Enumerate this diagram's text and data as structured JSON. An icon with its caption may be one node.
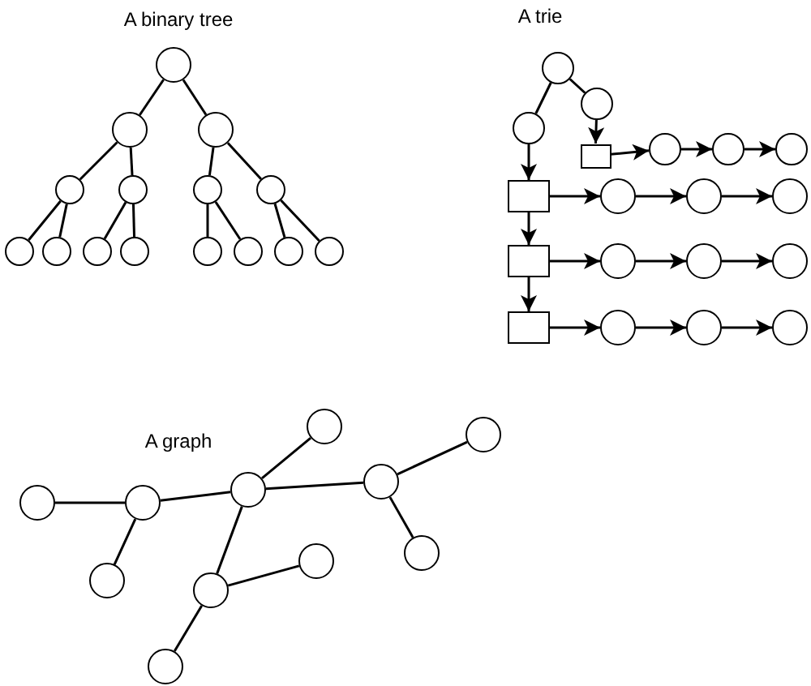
{
  "diagram": {
    "nodes": [
      {
        "text": [],
        "shape": "circle"
      },
      {
        "text": [],
        "shape": "circle"
      },
      {
        "text": [],
        "shape": "circle"
      },
      {
        "text": [],
        "shape": "circle"
      },
      {
        "text": [],
        "shape": "circle"
      },
      {
        "text": [],
        "shape": "circle"
      },
      {
        "text": [],
        "shape": "circle"
      },
      {
        "text": [],
        "shape": "circle"
      },
      {
        "text": [],
        "shape": "circle"
      },
      {
        "text": [],
        "shape": "circle"
      },
      {
        "text": [],
        "shape": "circle"
      },
      {
        "text": [],
        "shape": "circle"
      },
      {
        "text": [],
        "shape": "circle"
      },
      {
        "text": [],
        "shape": "circle"
      },
      {
        "text": [],
        "shape": "circle"
      },
      {
        "text": [],
        "shape": "circle"
      },
      {
        "text": [],
        "shape": "circle"
      },
      {
        "text": [],
        "shape": "circle"
      },
      {
        "text": [],
        "shape": "box"
      },
      {
        "text": [],
        "shape": "circle"
      },
      {
        "text": [],
        "shape": "circle"
      },
      {
        "text": [],
        "shape": "circle"
      },
      {
        "text": [],
        "shape": "box"
      },
      {
        "text": [],
        "shape": "circle"
      },
      {
        "text": [],
        "shape": "circle"
      },
      {
        "text": [],
        "shape": "circle"
      },
      {
        "text": [],
        "shape": "box"
      },
      {
        "text": [],
        "shape": "circle"
      },
      {
        "text": [],
        "shape": "circle"
      },
      {
        "text": [],
        "shape": "circle"
      },
      {
        "text": [],
        "shape": "box"
      },
      {
        "text": [],
        "shape": "circle"
      },
      {
        "text": [],
        "shape": "circle"
      },
      {
        "text": [],
        "shape": "circle"
      },
      {
        "text": [],
        "shape": "circle"
      },
      {
        "text": [],
        "shape": "circle"
      },
      {
        "text": [],
        "shape": "circle"
      },
      {
        "text": [],
        "shape": "circle"
      },
      {
        "text": [],
        "shape": "circle"
      },
      {
        "text": [],
        "shape": "circle"
      },
      {
        "text": [],
        "shape": "circle"
      },
      {
        "text": [],
        "shape": "circle"
      },
      {
        "text": [],
        "shape": "circle"
      },
      {
        "text": [],
        "shape": "circle"
      },
      {
        "text": [],
        "shape": "circle"
      }
    ],
    "edges": [
      {
        "from": 0,
        "to": 1,
        "arrow": "none"
      },
      {
        "from": 0,
        "to": 2,
        "arrow": "none"
      },
      {
        "from": 1,
        "to": 3,
        "arrow": "none"
      },
      {
        "from": 1,
        "to": 4,
        "arrow": "none"
      },
      {
        "from": 2,
        "to": 5,
        "arrow": "none"
      },
      {
        "from": 2,
        "to": 6,
        "arrow": "none"
      },
      {
        "from": 3,
        "to": 7,
        "arrow": "none"
      },
      {
        "from": 3,
        "to": 8,
        "arrow": "none"
      },
      {
        "from": 4,
        "to": 9,
        "arrow": "none"
      },
      {
        "from": 4,
        "to": 10,
        "arrow": "none"
      },
      {
        "from": 5,
        "to": 11,
        "arrow": "none"
      },
      {
        "from": 5,
        "to": 12,
        "arrow": "none"
      },
      {
        "from": 6,
        "to": 13,
        "arrow": "none"
      },
      {
        "from": 6,
        "to": 14,
        "arrow": "none"
      },
      {
        "from": 15,
        "to": 16,
        "arrow": "none"
      },
      {
        "from": 15,
        "to": 17,
        "arrow": "none"
      },
      {
        "from": 17,
        "to": 18,
        "arrow": "to"
      },
      {
        "from": 18,
        "to": 19,
        "arrow": "to"
      },
      {
        "from": 19,
        "to": 20,
        "arrow": "to"
      },
      {
        "from": 20,
        "to": 21,
        "arrow": "to"
      },
      {
        "from": 16,
        "to": 22,
        "arrow": "to"
      },
      {
        "from": 22,
        "to": 23,
        "arrow": "to"
      },
      {
        "from": 23,
        "to": 24,
        "arrow": "to"
      },
      {
        "from": 24,
        "to": 25,
        "arrow": "to"
      },
      {
        "from": 22,
        "to": 26,
        "arrow": "to"
      },
      {
        "from": 26,
        "to": 27,
        "arrow": "to"
      },
      {
        "from": 27,
        "to": 28,
        "arrow": "to"
      },
      {
        "from": 28,
        "to": 29,
        "arrow": "to"
      },
      {
        "from": 26,
        "to": 30,
        "arrow": "to"
      },
      {
        "from": 30,
        "to": 31,
        "arrow": "to"
      },
      {
        "from": 31,
        "to": 32,
        "arrow": "to"
      },
      {
        "from": 32,
        "to": 33,
        "arrow": "to"
      },
      {
        "from": 34,
        "to": 35,
        "arrow": "none"
      },
      {
        "from": 35,
        "to": 36,
        "arrow": "none"
      },
      {
        "from": 35,
        "to": 41,
        "arrow": "none"
      },
      {
        "from": 36,
        "to": 37,
        "arrow": "none"
      },
      {
        "from": 36,
        "to": 38,
        "arrow": "none"
      },
      {
        "from": 38,
        "to": 39,
        "arrow": "none"
      },
      {
        "from": 38,
        "to": 40,
        "arrow": "none"
      },
      {
        "from": 36,
        "to": 42,
        "arrow": "none"
      },
      {
        "from": 42,
        "to": 43,
        "arrow": "none"
      },
      {
        "from": 42,
        "to": 44,
        "arrow": "none"
      }
    ],
    "labels": [
      "A binary tree",
      "A trie",
      "A graph"
    ]
  }
}
